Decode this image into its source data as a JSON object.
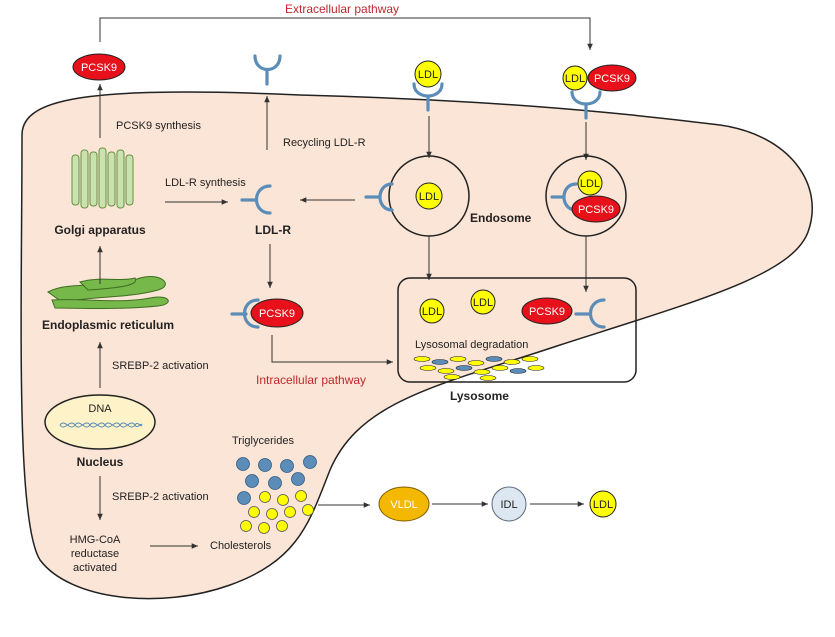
{
  "labels": {
    "extracellular_pathway": "Extracellular pathway",
    "intracellular_pathway": "Intracellular pathway",
    "pcsk9_synthesis": "PCSK9 synthesis",
    "recycling_ldlr": "Recycling LDL-R",
    "ldlr_synthesis": "LDL-R synthesis",
    "golgi": "Golgi apparatus",
    "ldlr": "LDL-R",
    "endosome": "Endosome",
    "er": "Endoplasmic reticulum",
    "srebp_activation_1": "SREBP-2 activation",
    "srebp_activation_2": "SREBP-2 activation",
    "dna": "DNA",
    "nucleus": "Nucleus",
    "lysosomal_degradation": "Lysosomal degradation",
    "lysosome": "Lysosome",
    "triglycerides": "Triglycerides",
    "cholesterols": "Cholesterols",
    "hmg_line1": "HMG-CoA",
    "hmg_line2": "reductase",
    "hmg_line3": "activated"
  },
  "molecules": {
    "pcsk9": "PCSK9",
    "ldl": "LDL",
    "vldl": "VLDL",
    "idl": "IDL"
  },
  "colors": {
    "cell_fill": "#fbe5d6",
    "pcsk9": "#e8101a",
    "ldl": "#ffff00",
    "vldl": "#f5b800",
    "idl": "#dde7f1",
    "receptor": "#5b8db8",
    "golgi": "#c9e3b0",
    "er": "#76b84a",
    "pathway_text": "#c0282d",
    "triglyceride": "#5b8db8",
    "nucleus_fill": "#fdf2c8"
  }
}
